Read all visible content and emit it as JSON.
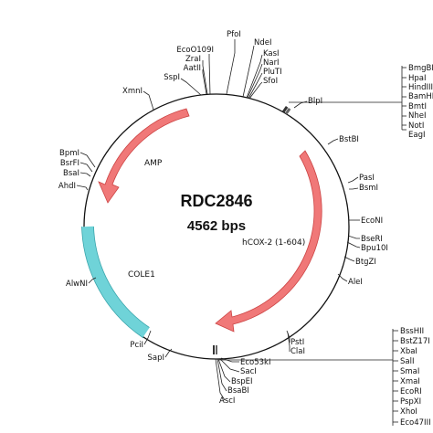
{
  "plasmid": {
    "name": "RDC2846",
    "size_label": "4562 bps"
  },
  "colors": {
    "amp": "#f07878",
    "cds": "#f07878",
    "ori": "#6fd3d8",
    "backbone": "#111111"
  },
  "features": {
    "amp": "AMP",
    "cds": "hCOX-2 (1-604)",
    "ori": "COLE1"
  },
  "sites": {
    "top": [
      "EcoO109I",
      "ZraI",
      "AatII",
      "SspI",
      "PfoI",
      "NdeI",
      "KasI",
      "NarI",
      "PluTI",
      "SfoI"
    ],
    "left": [
      "XmnI",
      "BpmI",
      "BsrFI",
      "BsaI",
      "AhdI",
      "AlwNI",
      "PciI",
      "SapI"
    ],
    "right": [
      "BlpI",
      "BstBI",
      "PasI",
      "BsmI",
      "EcoNI",
      "BseRI",
      "Bpu10I",
      "BtgZI",
      "AleI",
      "PstI",
      "ClaI"
    ],
    "bottom": [
      "Eco53kI",
      "SacI",
      "BspEI",
      "BsaBI",
      "AscI"
    ],
    "mcs_upper": [
      "BmgBI",
      "HpaI",
      "HindIII",
      "BamHI",
      "BmtI",
      "NheI",
      "NotI",
      "EagI"
    ],
    "mcs_lower": [
      "BssHII",
      "BstZ17I",
      "XbaI",
      "SalI",
      "SmaI",
      "XmaI",
      "EcoRI",
      "PspXI",
      "XhoI",
      "Eco47III"
    ]
  }
}
